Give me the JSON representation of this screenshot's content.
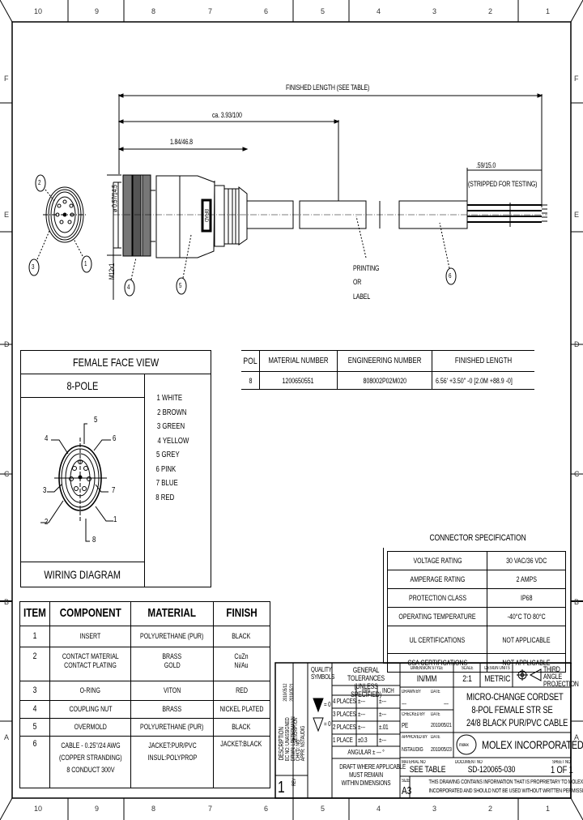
{
  "frame": {
    "column_zones": [
      "10",
      "9",
      "8",
      "7",
      "6",
      "5",
      "4",
      "3",
      "2",
      "1"
    ],
    "row_zones": [
      "F",
      "E",
      "D",
      "C",
      "B",
      "A"
    ]
  },
  "drawing": {
    "dim_finished_length": "FINISHED LENGTH (SEE TABLE)",
    "dim_ca": "ca. 3.93/100",
    "dim_short": "1.84/46.8",
    "dim_diameter": "ø 0.57/14.5",
    "dim_thread": "M12x1",
    "dim_stripped": ".59/15.0",
    "stripped_note": "(STRIPPED FOR TESTING)",
    "printing_label": [
      "PRINTING",
      "OR",
      "LABEL"
    ],
    "balloons": {
      "face_top": "2",
      "face_bottom_left": "3",
      "face_bottom_right": "1",
      "nut": "4",
      "overmold": "5",
      "cable": "6"
    },
    "brand_mark": "BRAD"
  },
  "female_face": {
    "title": "FEMALE FACE VIEW",
    "pole": "8-POLE",
    "footer": "WIRING DIAGRAM",
    "pin_labels": [
      "1",
      "2",
      "3",
      "4",
      "5",
      "6",
      "7",
      "8"
    ],
    "colors": [
      "1 WHITE",
      "2 BROWN",
      "3 GREEN",
      "4 YELLOW",
      "5 GREY",
      "6 PINK",
      "7 BLUE",
      "8 RED"
    ]
  },
  "part_table": {
    "headers": [
      "POL",
      "MATERIAL NUMBER",
      "ENGINEERING NUMBER",
      "FINISHED LENGTH"
    ],
    "rows": [
      [
        "8",
        "1200650551",
        "808002P02M020",
        "6.56' +3.50\" -0 [2.0M +88.9 -0]"
      ]
    ]
  },
  "connector_spec": {
    "title": "CONNECTOR SPECIFICATION",
    "rows": [
      [
        "VOLTAGE RATING",
        "30 VAC/36 VDC"
      ],
      [
        "AMPERAGE RATING",
        "2 AMPS"
      ],
      [
        "PROTECTION CLASS",
        "IP68"
      ],
      [
        "OPERATING TEMPERATURE",
        "-40°C TO 80°C"
      ],
      [
        "UL CERTIFICATIONS",
        "NOT APPLICABLE"
      ],
      [
        "CSA CERTIFICATIONS",
        "NOT APPLICABLE"
      ]
    ]
  },
  "bom": {
    "headers": [
      "ITEM",
      "COMPONENT",
      "MATERIAL",
      "FINISH"
    ],
    "rows": [
      {
        "item": "1",
        "component": [
          "INSERT"
        ],
        "material": [
          "POLYURETHANE (PUR)"
        ],
        "finish": [
          "BLACK"
        ]
      },
      {
        "item": "2",
        "component": [
          "CONTACT MATERIAL",
          "CONTACT PLATING"
        ],
        "material": [
          "BRASS",
          "GOLD"
        ],
        "finish": [
          "CuZn",
          "Ni/Au"
        ]
      },
      {
        "item": "3",
        "component": [
          "O-RING"
        ],
        "material": [
          "VITON"
        ],
        "finish": [
          "RED"
        ]
      },
      {
        "item": "4",
        "component": [
          "COUPLING NUT"
        ],
        "material": [
          "BRASS"
        ],
        "finish": [
          "NICKEL PLATED"
        ]
      },
      {
        "item": "5",
        "component": [
          "OVERMOLD"
        ],
        "material": [
          "POLYURETHANE (PUR)"
        ],
        "finish": [
          "BLACK"
        ]
      },
      {
        "item": "6",
        "component": [
          "CABLE - 0.25\"/24 AWG",
          "(COPPER STRANDING)",
          "8 CONDUCT 300V"
        ],
        "material": [
          "JACKET:PUR/PVC",
          "INSUL:POLYPROP"
        ],
        "finish": [
          "JACKET:BLACK"
        ]
      }
    ]
  },
  "title_block": {
    "revision": {
      "rev": "1",
      "rev_label": "REV",
      "description_label": "DESCRIPTION",
      "lines": [
        "DESCRIPTION",
        "EC NO: UNASSIGNED",
        "DRWN: LPETERMANN",
        "CHK'D: NG",
        "APPR: NSTAUDIG"
      ],
      "dates": [
        "2010/05/12",
        "2010/05/21"
      ]
    },
    "quality_symbols": "QUALITY SYMBOLS",
    "qs_marks": [
      "= 0",
      "= 0"
    ],
    "general_tolerances": "GENERAL TOLERANCES (UNLESS SPECIFIED)",
    "tol_cols": [
      "mm",
      "INCH"
    ],
    "tol_rows": [
      [
        "4 PLACES",
        "±---",
        "±---"
      ],
      [
        "3 PLACES",
        "±---",
        "±---"
      ],
      [
        "2 PLACES",
        "±---",
        "±.01"
      ],
      [
        "1 PLACE",
        "±0.3",
        "±---"
      ]
    ],
    "angular": "ANGULAR ± --- °",
    "draft_note": [
      "DRAFT WHERE APPLICABLE",
      "MUST REMAIN",
      "WITHIN DIMENSIONS"
    ],
    "dimension_style_label": "DIMENSION STYLE",
    "dimension_style": "IN/MM",
    "scale_label": "SCALE",
    "scale": "2:1",
    "design_units_label": "DESIGN UNITS",
    "design_units": "METRIC",
    "projection": "THIRD ANGLE PROJECTION",
    "drawn_by_label": "DRAWN BY",
    "drawn_date_label": "DATE",
    "drawn_by": "---",
    "drawn_date": "---",
    "checked_by_label": "CHECKED BY",
    "checked_date_label": "DATE",
    "checked_by": "PE",
    "checked_date": "2010/05/21",
    "approved_by_label": "APPROVED BY",
    "approved_date_label": "DATE",
    "approved_by": "NSTAUDIG",
    "approved_date": "2010/05/23",
    "title": [
      "MICRO-CHANGE CORDSET",
      "8-POL FEMALE STR SE",
      "24/8 BLACK PUR/PVC CABLE"
    ],
    "company": "MOLEX INCORPORATED",
    "logo_text": "molex",
    "material_no_label": "MATERIAL NO",
    "material_no": "SEE TABLE",
    "document_no_label": "DOCUMENT NO",
    "document_no": "SD-120065-030",
    "sheet_no_label": "SHEET NO",
    "sheet_no": "1 OF 1",
    "size_label": "SIZE",
    "size": "A3",
    "proprietary": [
      "THIS DRAWING CONTAINS INFORMATION THAT IS PROPRIETARY TO MOLEX",
      "INCORPORATED AND SHOULD NOT BE USED WITHOUT WRITTEN PERMISSION"
    ]
  }
}
